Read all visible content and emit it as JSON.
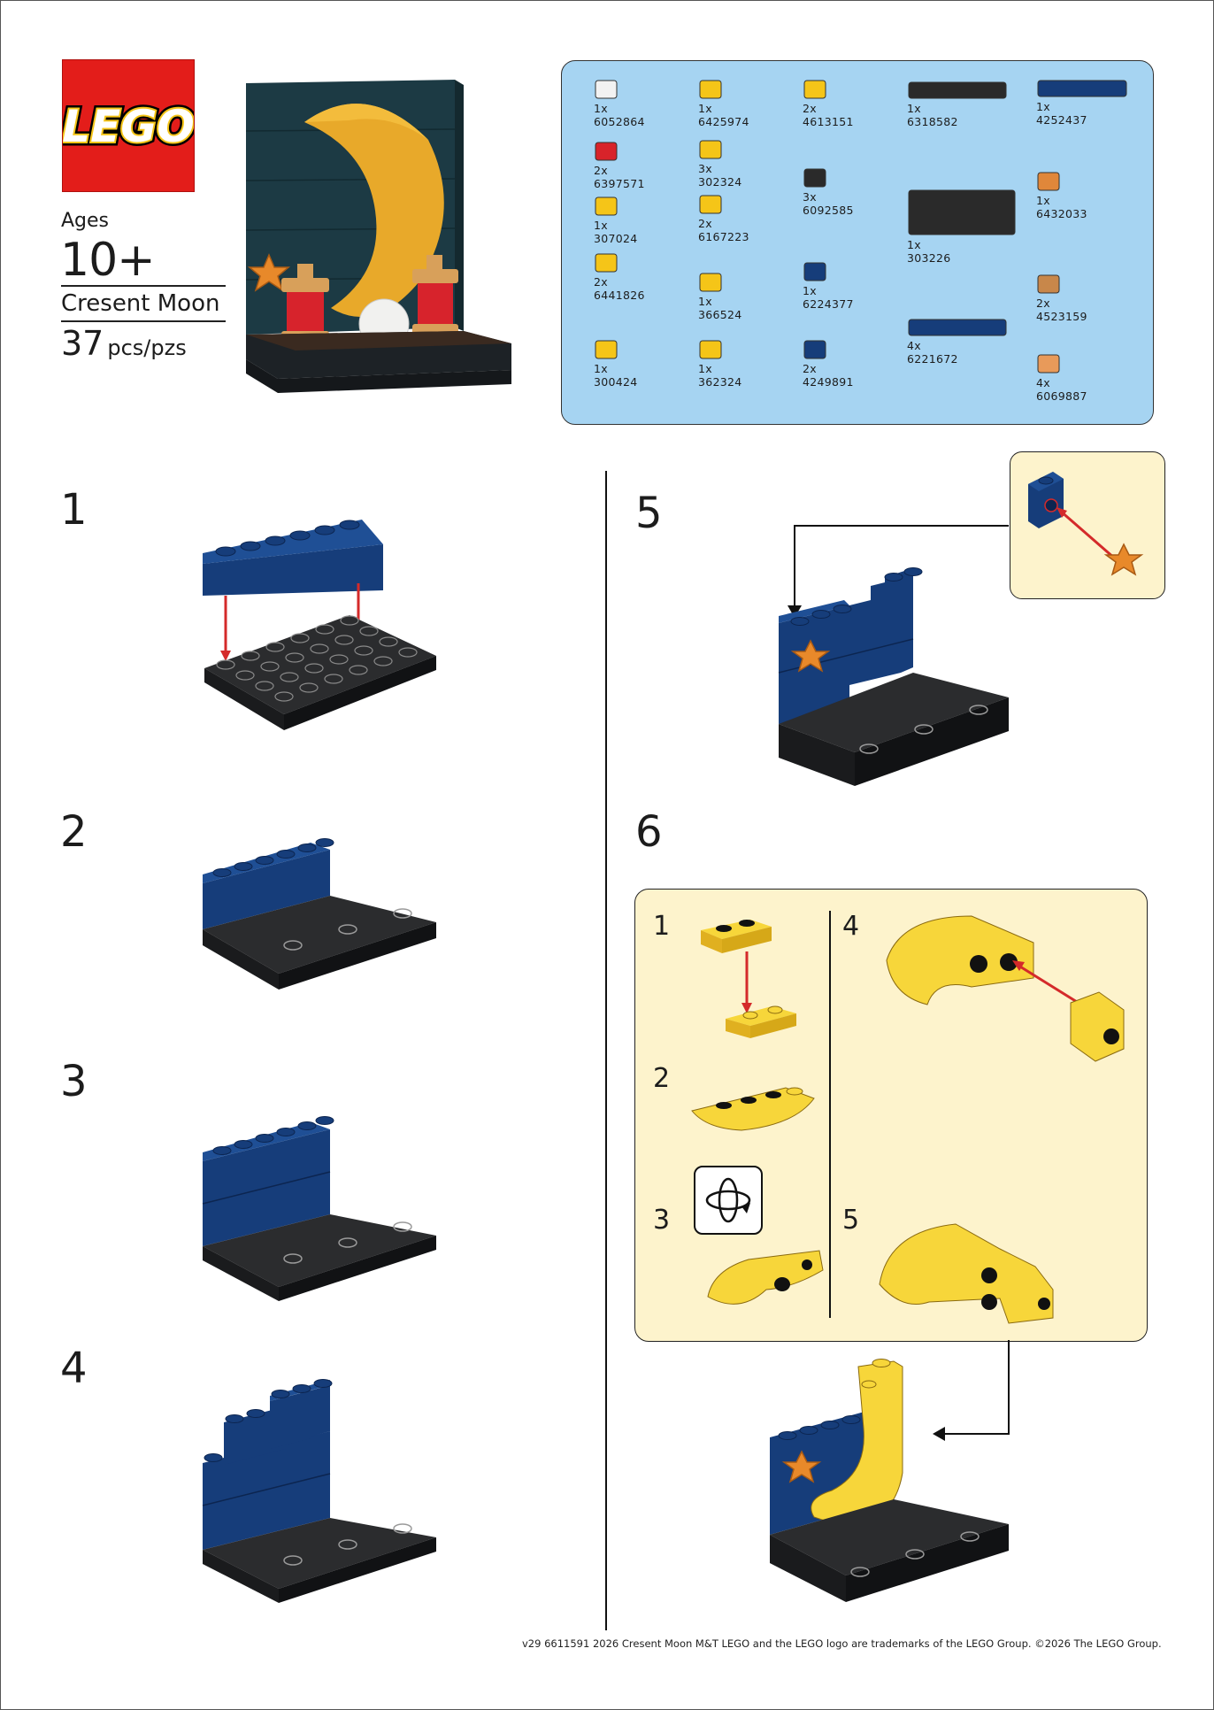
{
  "header": {
    "logo_text": "LEGO",
    "ages_label": "Ages",
    "ages_value": "10+",
    "set_name": "Cresent Moon",
    "pieces_count": "37",
    "pieces_unit": "pcs/pzs"
  },
  "inventory": [
    {
      "qty": "1x",
      "id": "6052864",
      "color": "#f2f2f2"
    },
    {
      "qty": "2x",
      "id": "6397571",
      "color": "#d8232a"
    },
    {
      "qty": "1x",
      "id": "307024",
      "color": "#f5c518"
    },
    {
      "qty": "2x",
      "id": "6441826",
      "color": "#f5c518"
    },
    {
      "qty": "1x",
      "id": "300424",
      "color": "#f5c518"
    },
    {
      "qty": "1x",
      "id": "6425974",
      "color": "#f5c518"
    },
    {
      "qty": "3x",
      "id": "302324",
      "color": "#f5c518"
    },
    {
      "qty": "2x",
      "id": "6167223",
      "color": "#f5c518"
    },
    {
      "qty": "1x",
      "id": "366524",
      "color": "#f5c518"
    },
    {
      "qty": "1x",
      "id": "362324",
      "color": "#f5c518"
    },
    {
      "qty": "2x",
      "id": "4613151",
      "color": "#f5c518"
    },
    {
      "qty": "3x",
      "id": "6092585",
      "color": "#2a2a2a"
    },
    {
      "qty": "1x",
      "id": "6224377",
      "color": "#163d7a"
    },
    {
      "qty": "2x",
      "id": "4249891",
      "color": "#163d7a"
    },
    {
      "qty": "1x",
      "id": "6318582",
      "color": "#2a2a2a"
    },
    {
      "qty": "1x",
      "id": "303226",
      "color": "#2a2a2a"
    },
    {
      "qty": "4x",
      "id": "6221672",
      "color": "#163d7a"
    },
    {
      "qty": "1x",
      "id": "4252437",
      "color": "#163d7a"
    },
    {
      "qty": "1x",
      "id": "6432033",
      "color": "#e0873a"
    },
    {
      "qty": "2x",
      "id": "4523159",
      "color": "#c8874a"
    },
    {
      "qty": "4x",
      "id": "6069887",
      "color": "#e89a5a"
    }
  ],
  "steps": {
    "s1": "1",
    "s2": "2",
    "s3": "3",
    "s4": "4",
    "s5": "5",
    "s6": "6"
  },
  "substeps": {
    "a": "1",
    "b": "2",
    "c": "3",
    "d": "4",
    "e": "5"
  },
  "colors": {
    "brick_blue": "#163d7a",
    "plate_black": "#2b2c2e",
    "moon_yellow": "#f5c518",
    "arrow_red": "#d42a2a",
    "panel_cream": "#fdf3cc",
    "inventory_blue": "#a6d4f2",
    "logo_red": "#e31d1a"
  },
  "footer": {
    "text": "v29 6611591   2026 Cresent Moon M&T     LEGO and the LEGO logo are trademarks of the LEGO Group. ©2026 The LEGO Group."
  }
}
